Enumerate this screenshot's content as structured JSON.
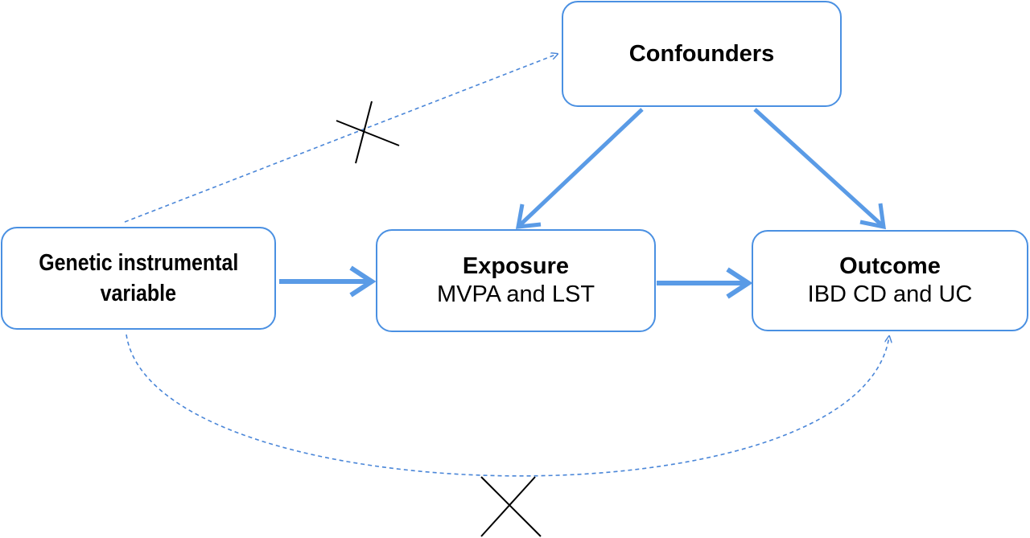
{
  "nodes": {
    "instrument": {
      "title_line1": "Genetic instrumental",
      "title_line2": "variable"
    },
    "exposure": {
      "title": "Exposure",
      "subtitle": "MVPA and LST"
    },
    "outcome": {
      "title": "Outcome",
      "subtitle": "IBD CD and UC"
    },
    "confounders": {
      "title": "Confounders"
    }
  },
  "edges": [
    {
      "from": "instrument",
      "to": "exposure",
      "style": "solid"
    },
    {
      "from": "exposure",
      "to": "outcome",
      "style": "solid"
    },
    {
      "from": "confounders",
      "to": "exposure",
      "style": "solid"
    },
    {
      "from": "confounders",
      "to": "outcome",
      "style": "solid"
    },
    {
      "from": "instrument",
      "to": "confounders",
      "style": "dashed",
      "crossed": true
    },
    {
      "from": "instrument",
      "to": "outcome",
      "style": "dashed",
      "crossed": true
    }
  ],
  "colors": {
    "box_border": "#4a90e2",
    "arrow": "#5a9be6",
    "dashed": "#4a86d8",
    "cross": "#000000"
  }
}
